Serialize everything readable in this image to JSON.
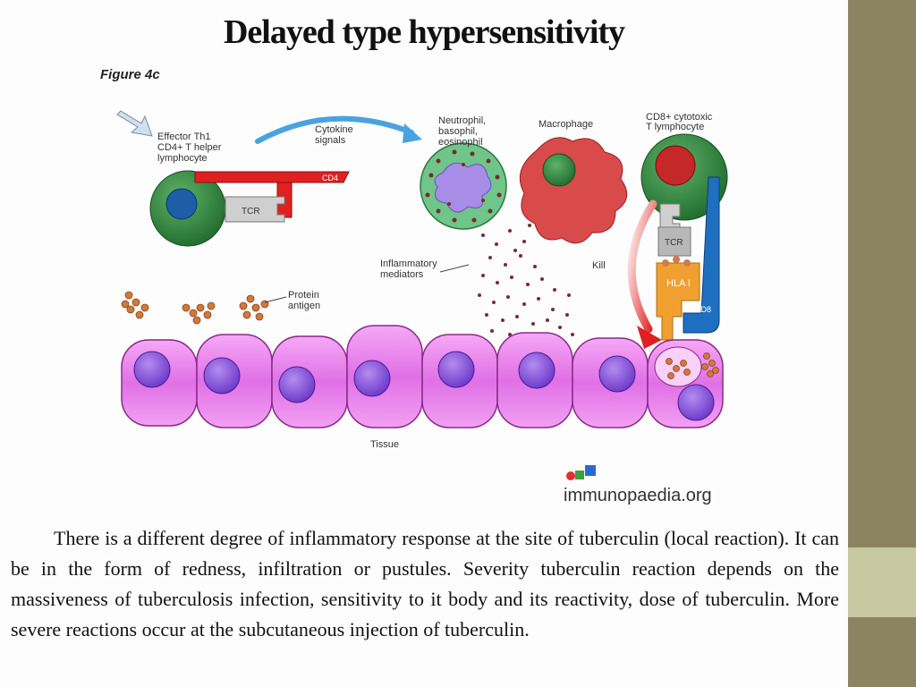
{
  "title": "Delayed type hypersensitivity",
  "figure": {
    "figure_label": "Figure 4c",
    "effector_label": [
      "Effector Th1",
      "CD4+ T helper",
      "lymphocyte"
    ],
    "cytokine_label": [
      "Cytokine",
      "signals"
    ],
    "neutrophil_label": [
      "Neutrophil,",
      "basophil,",
      "eosinophil"
    ],
    "macrophage_label": "Macrophage",
    "cd8_cell_label": [
      "CD8+ cytotoxic",
      "T lymphocyte"
    ],
    "cd4_label": "CD4",
    "tcr_label": "TCR",
    "tcr2_label": "TCR",
    "hla_label": "HLA I",
    "cd8_label": "CD8",
    "kill_label": "Kill",
    "inflammatory_label": [
      "Inflammatory",
      "mediators"
    ],
    "protein_label": [
      "Protein",
      "antigen"
    ],
    "tissue_label": "Tissue",
    "logo": "immunopaedia.org"
  },
  "body_text": "There is a different degree of inflammatory response at the site of tuberculin (local reaction). It can be in the form of redness, infiltration or pustules. Severity tuberculin reaction depends on the massiveness of tuberculosis infection, sensitivity to it body and its reactivity, dose of tuberculin. More severe reactions occur at the subcutaneous injection of tuberculin.",
  "colors": {
    "sidebar": "#8a8560",
    "sidebar_accent": "#c7c7a0",
    "cell_green": "#2f7f3a",
    "tissue_pink": "#ee88ee",
    "nucleus_purple": "#8855dd",
    "cd4_red": "#e02020",
    "hla_orange": "#f0a030",
    "cd8_blue": "#1e6fc0"
  }
}
